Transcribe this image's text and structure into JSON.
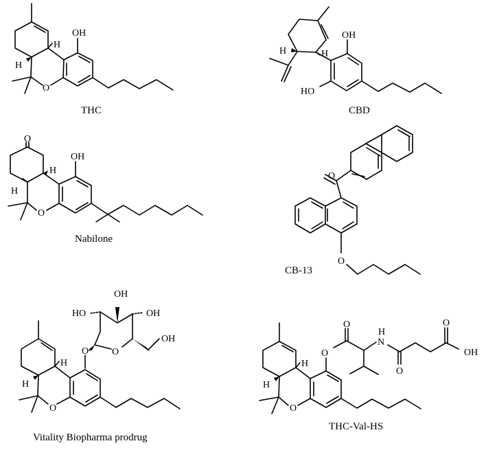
{
  "figure": {
    "type": "chemical-structures-grid",
    "compounds": [
      {
        "id": "thc",
        "caption": "THC",
        "atom_labels": [
          "OH",
          "H",
          "H",
          "O"
        ]
      },
      {
        "id": "cbd",
        "caption": "CBD",
        "atom_labels": [
          "OH",
          "HO",
          "H",
          "H"
        ]
      },
      {
        "id": "nabilone",
        "caption": "Nabilone",
        "atom_labels": [
          "O",
          "OH",
          "H",
          "H",
          "O"
        ]
      },
      {
        "id": "cb13",
        "caption": "CB-13",
        "atom_labels": [
          "O",
          "O"
        ]
      },
      {
        "id": "vitality",
        "caption": "Vitality Biopharma prodrug",
        "atom_labels": [
          "OH",
          "HO",
          "OH",
          "OH",
          "O",
          "O",
          "O",
          "H",
          "H"
        ]
      },
      {
        "id": "thc-val-hs",
        "caption": "THC-Val-HS",
        "atom_labels": [
          "O",
          "O",
          "H",
          "N",
          "O",
          "O",
          "OH",
          "O",
          "H",
          "H"
        ]
      }
    ]
  },
  "labels": {
    "OH": "OH",
    "HO": "HO",
    "O": "O",
    "H": "H",
    "N": "N"
  }
}
